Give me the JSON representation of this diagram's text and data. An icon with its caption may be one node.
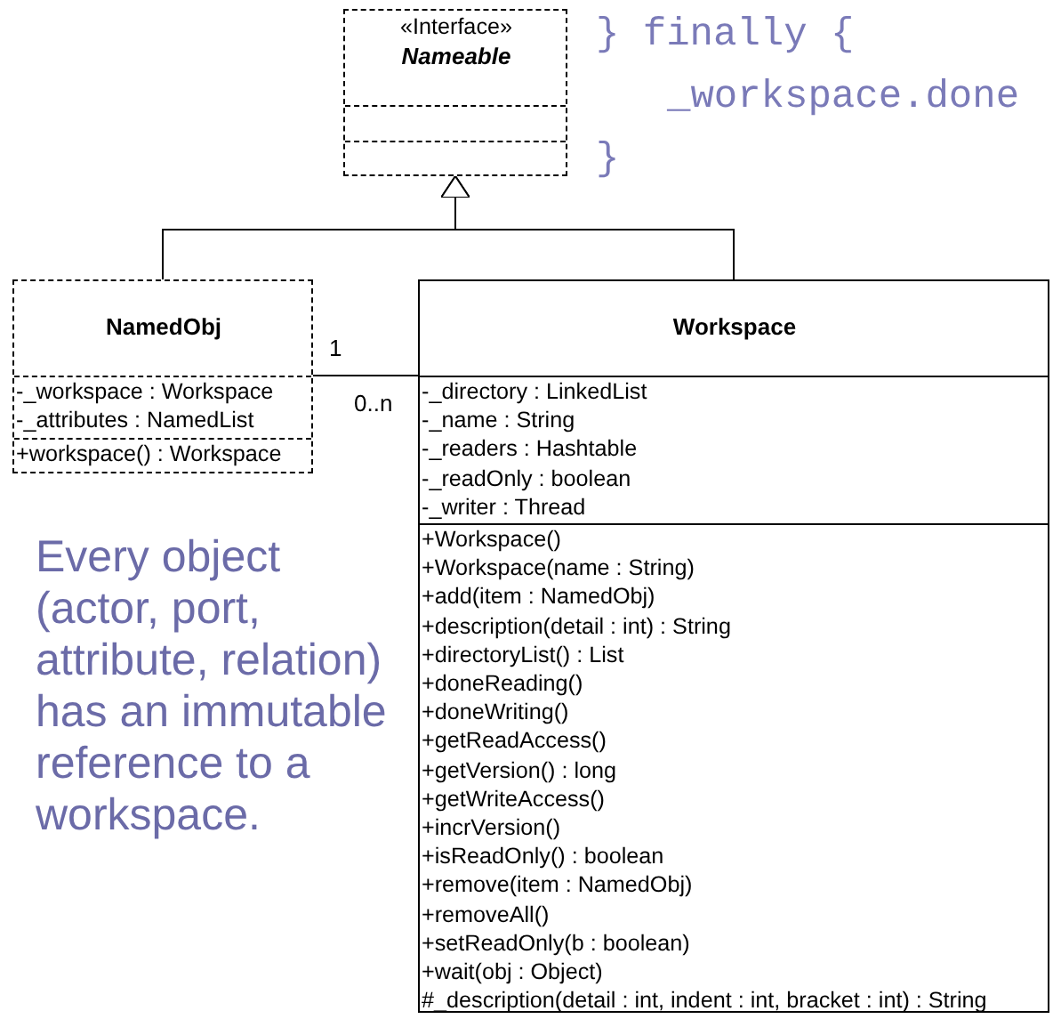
{
  "diagram": {
    "nodes": [
      {
        "text": [
          "«Interface»",
          "Nameable"
        ]
      },
      {
        "text": [
          "NamedObj",
          "-_workspace : Workspace",
          "-_attributes : NamedList",
          "+workspace() : Workspace"
        ]
      },
      {
        "text": [
          "Workspace",
          "-_directory : LinkedList",
          "-_name : String",
          "-_readers : Hashtable",
          "-_readOnly : boolean",
          "-_writer : Thread",
          "+Workspace()",
          "+Workspace(name : String)",
          "+add(item : NamedObj)",
          "+description(detail : int) : String",
          "+directoryList() : List",
          "+doneReading()",
          "+doneWriting()",
          "+getReadAccess()",
          "+getVersion() : long",
          "+getWriteAccess()",
          "+incrVersion()",
          "+isReadOnly() : boolean",
          "+remove(item : NamedObj)",
          "+removeAll()",
          "+setReadOnly(b : boolean)",
          "+wait(obj : Object)",
          "#_description(detail : int, indent : int, bracket : int) : String"
        ]
      }
    ],
    "edges": [
      {
        "from": 1,
        "to": 0,
        "arrow": "to"
      },
      {
        "from": 2,
        "to": 0,
        "arrow": "to"
      },
      {
        "from": 1,
        "to": 2,
        "arrow": "none"
      }
    ],
    "labels": [
      "} finally {",
      "_workspace.done",
      "}",
      "1",
      "0..n",
      "Every object (actor, port, attribute, relation) has an immutable reference to a workspace."
    ]
  }
}
